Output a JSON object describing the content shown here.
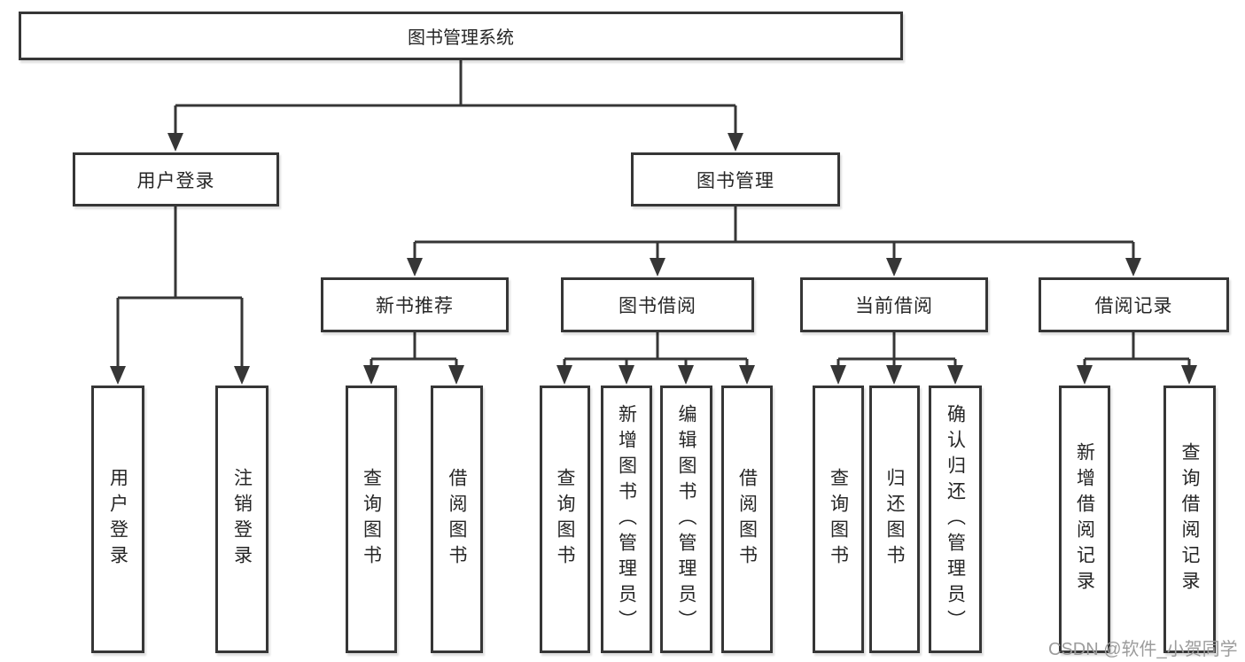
{
  "tree": {
    "root": "图书管理系统",
    "branches": [
      {
        "label": "用户登录",
        "leaves": [
          "用户登录",
          "注销登录"
        ]
      },
      {
        "label": "图书管理",
        "groups": [
          {
            "label": "新书推荐",
            "leaves": [
              "查询图书",
              "借阅图书"
            ]
          },
          {
            "label": "图书借阅",
            "leaves": [
              "查询图书",
              "新增图书（管理员）",
              "编辑图书（管理员）",
              "借阅图书"
            ]
          },
          {
            "label": "当前借阅",
            "leaves": [
              "查询图书",
              "归还图书",
              "确认归还（管理员）"
            ]
          },
          {
            "label": "借阅记录",
            "leaves": [
              "新增借阅记录",
              "查询借阅记录"
            ]
          }
        ]
      }
    ]
  },
  "watermark": "CSDN @软件_小贺同学",
  "colors": {
    "line": "#363636",
    "text": "#262626",
    "watermark": "#9c9c9c",
    "background": "#ffffff"
  }
}
